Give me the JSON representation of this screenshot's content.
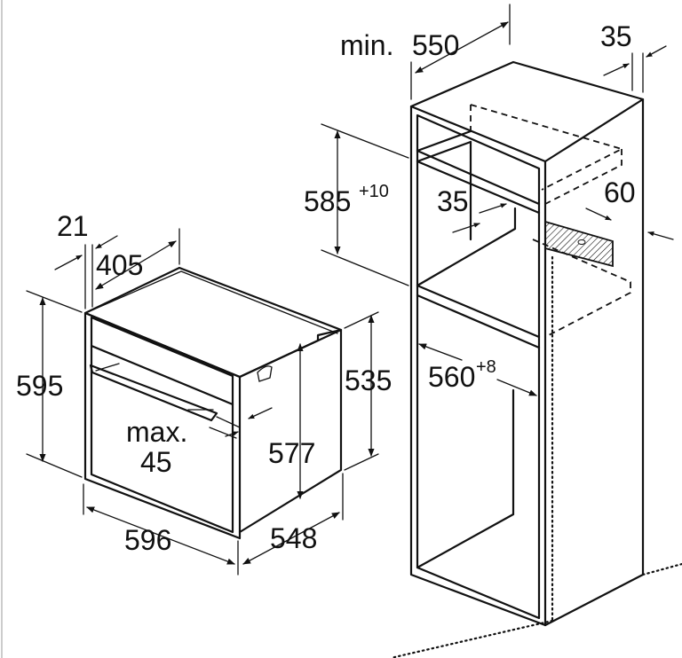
{
  "dimensions": {
    "min_label": "min.",
    "niche_depth": "550",
    "rear_gap": "35",
    "niche_height_base": "585",
    "niche_height_tol": "+10",
    "vent_depth": "35",
    "vent_height": "60",
    "niche_width_base": "560",
    "niche_width_tol": "+8",
    "front_offset": "21",
    "top_depth": "405",
    "oven_height": "595",
    "body_height": "535",
    "inner_height": "577",
    "max_label": "max.",
    "max_value": "45",
    "oven_width": "596",
    "oven_depth": "548"
  }
}
